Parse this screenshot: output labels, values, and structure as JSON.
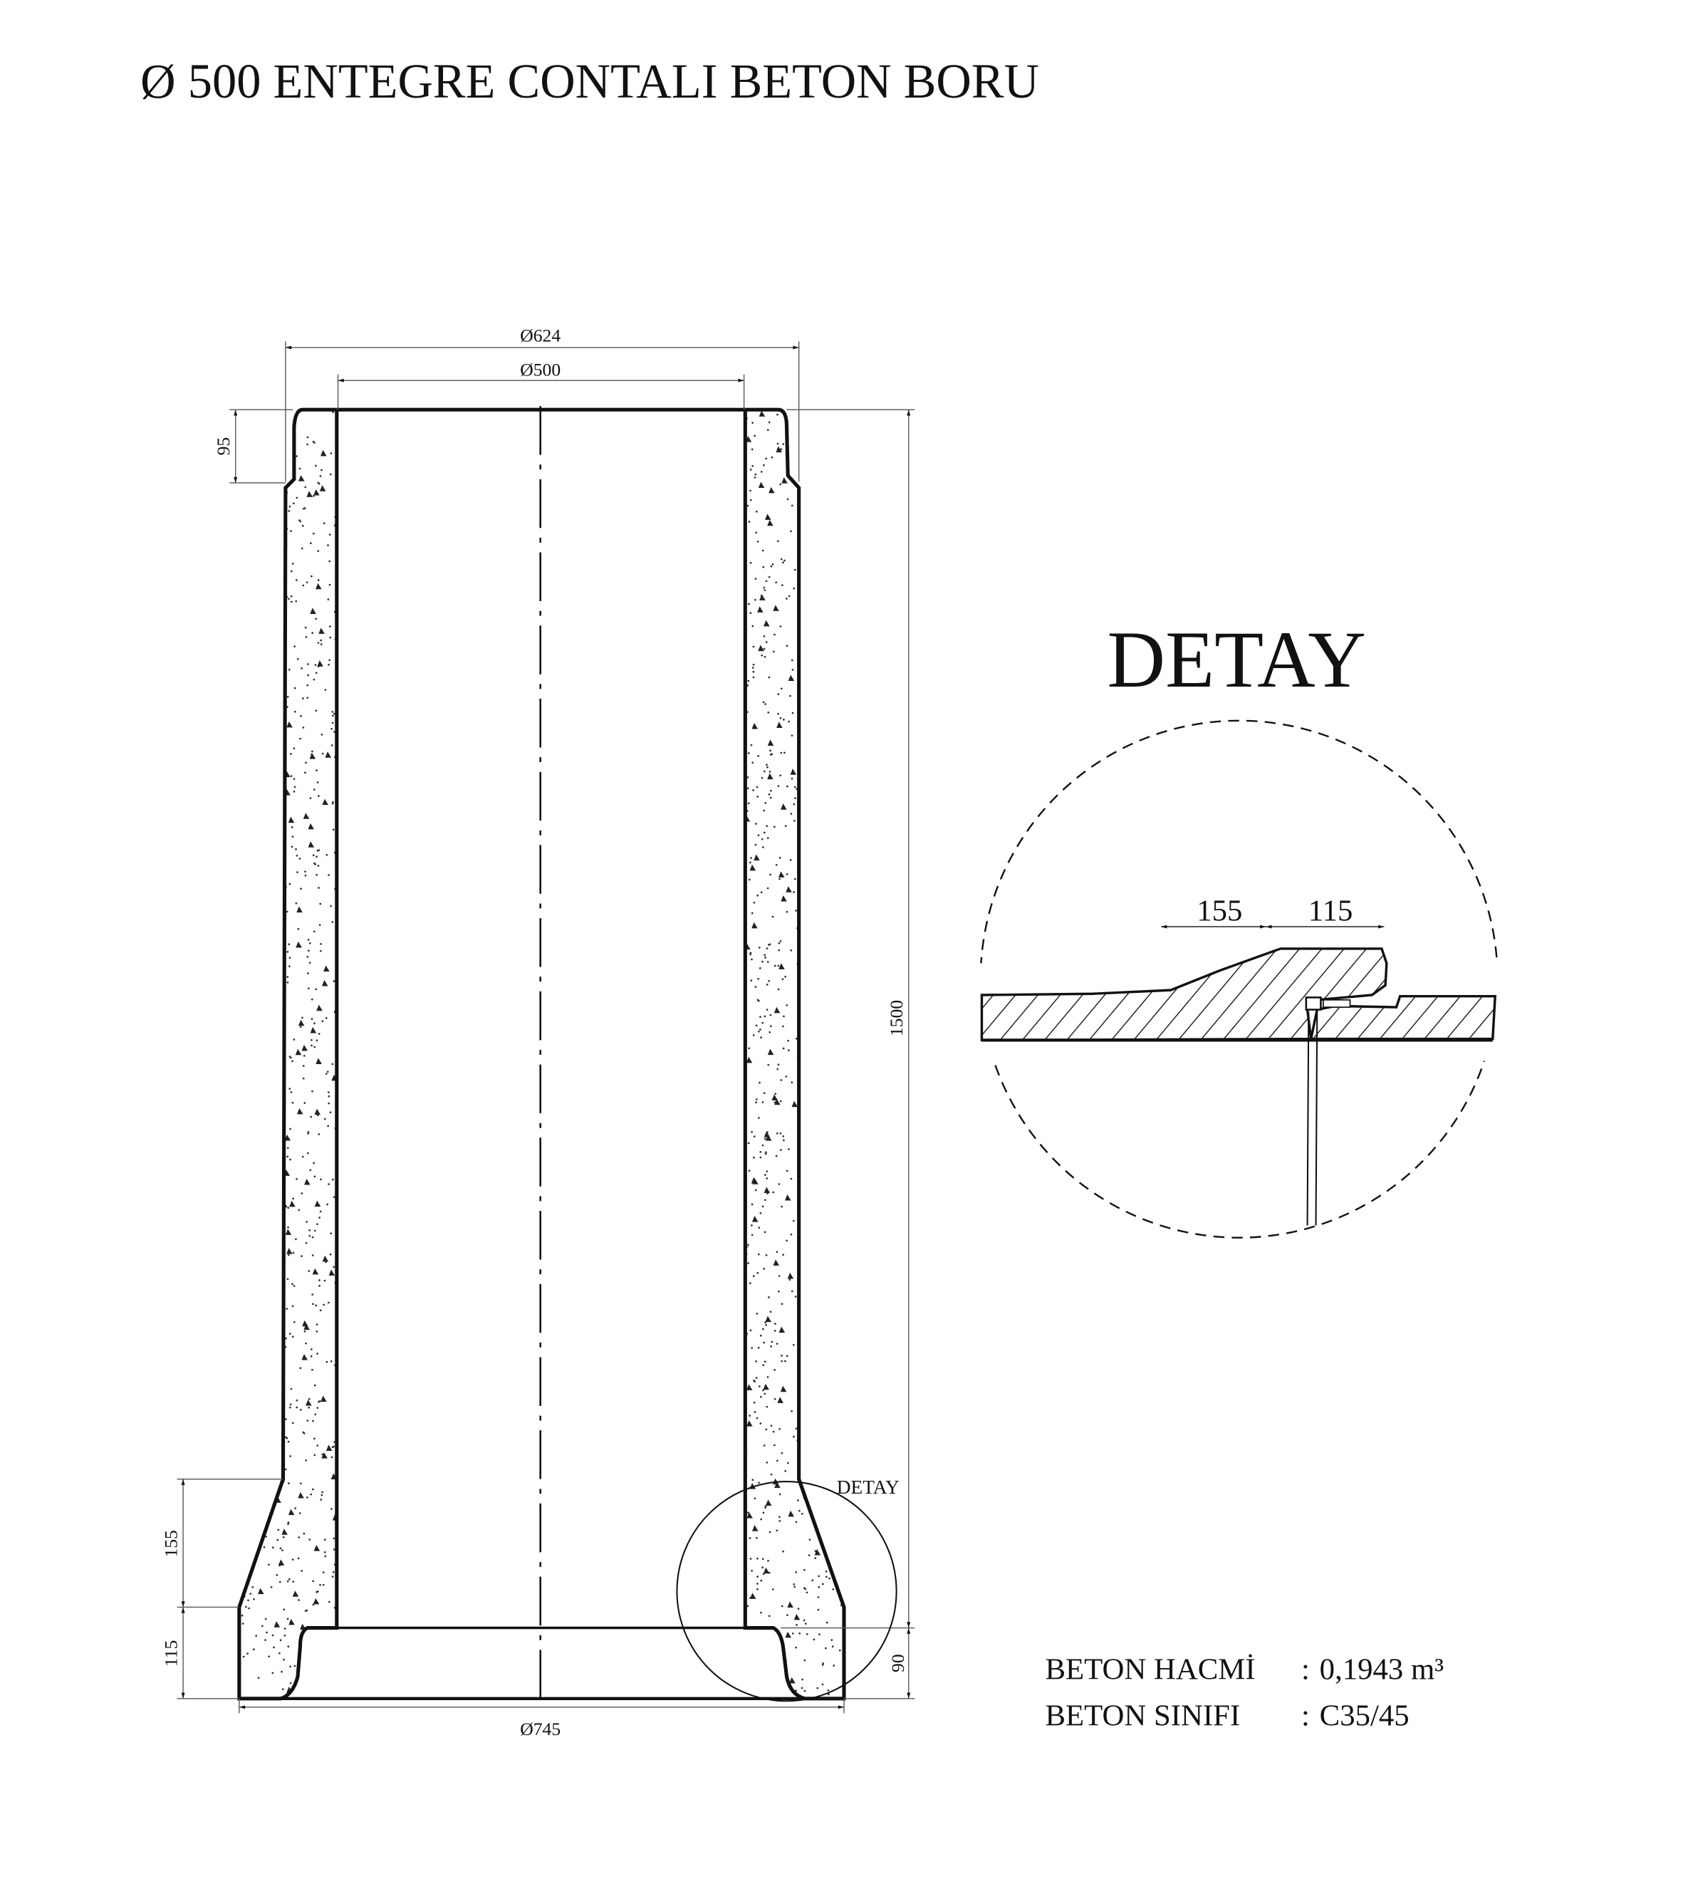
{
  "title": "Ø 500 ENTEGRE CONTALI BETON BORU",
  "dimensions": {
    "outer_diameter_top": "Ø624",
    "inner_diameter": "Ø500",
    "spigot_height": "95",
    "length": "1500",
    "bell_taper": "155",
    "bell_length": "115",
    "socket_depth": "90",
    "bell_outer_diameter": "Ø745"
  },
  "detail_marker_label": "DETAY",
  "detail": {
    "title": "DETAY",
    "dim_1": "155",
    "dim_2": "115"
  },
  "specs": [
    {
      "label": "BETON HACMİ",
      "separator": ":",
      "value": "0,1943 m³"
    },
    {
      "label": "BETON SINIFI",
      "separator": ":",
      "value": "C35/45"
    }
  ],
  "colors": {
    "line": "#111111",
    "background": "#ffffff"
  }
}
